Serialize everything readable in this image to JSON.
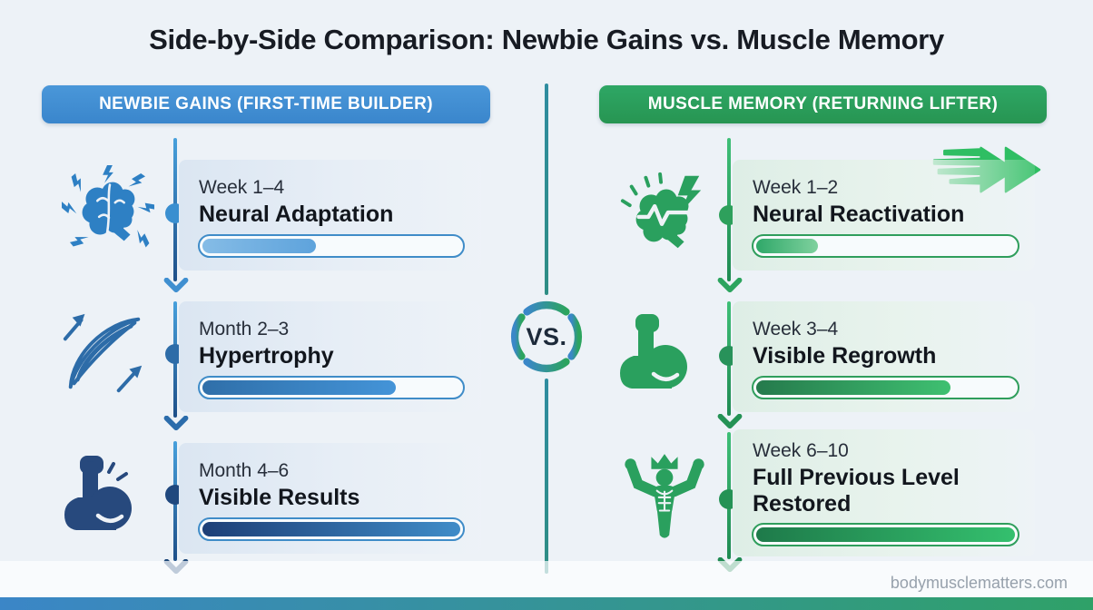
{
  "title": "Side-by-Side Comparison: Newbie Gains vs. Muscle Memory",
  "vs_badge": "VS.",
  "watermark": "bodymusclematters.com",
  "colors": {
    "background": "#edf2f7",
    "accent_blue": "#3e8ed3",
    "accent_green": "#2ba05c",
    "divider_teal": "#2e8e8e",
    "title_text": "#171b23",
    "watermark_gray": "#97a1ac",
    "footer_gradient": [
      "#3b86c7",
      "#2fa168"
    ]
  },
  "left": {
    "header": "NEWBIE GAINS (FIRST-TIME BUILDER)",
    "items": [
      {
        "period": "Week 1–4",
        "title": "Neural Adaptation",
        "progress_percent": 44,
        "icon": "brain-sparks-icon"
      },
      {
        "period": "Month 2–3",
        "title": "Hypertrophy",
        "progress_percent": 75,
        "icon": "muscle-fiber-icon"
      },
      {
        "period": "Month 4–6",
        "title": "Visible Results",
        "progress_percent": 100,
        "icon": "flexed-bicep-icon"
      }
    ]
  },
  "right": {
    "header": "MUSCLE MEMORY (RETURNING LIFTER)",
    "items": [
      {
        "period": "Week 1–2",
        "title": "Neural Reactivation",
        "progress_percent": 24,
        "icon": "brain-bolt-icon"
      },
      {
        "period": "Week 3–4",
        "title": "Visible Regrowth",
        "progress_percent": 75,
        "icon": "flexed-bicep-icon"
      },
      {
        "period": "Week 6–10",
        "title": "Full Previous Level Restored",
        "progress_percent": 100,
        "icon": "bodybuilder-crown-icon"
      }
    ]
  }
}
